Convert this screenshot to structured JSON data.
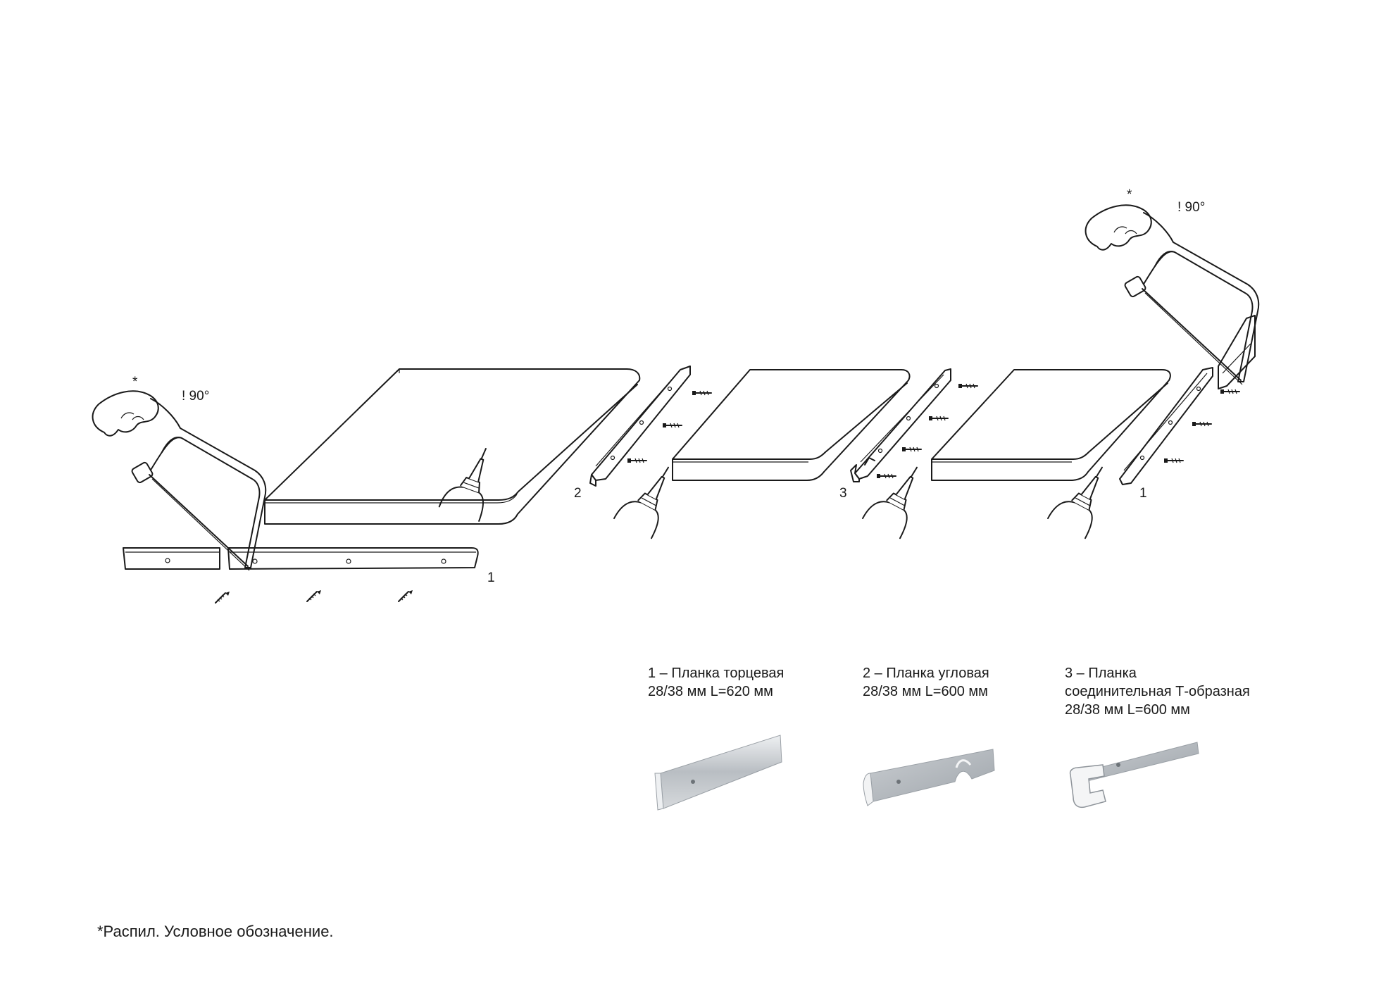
{
  "callouts": {
    "saw_star": "*",
    "saw_angle": "! 90°",
    "strip_end": "1",
    "strip_corner": "2",
    "strip_t": "3"
  },
  "captions": [
    {
      "lines": [
        "1 – Планка торцевая",
        "28/38 мм L=620 мм"
      ]
    },
    {
      "lines": [
        "2 – Планка угловая",
        "28/38 мм L=600 мм"
      ]
    },
    {
      "lines": [
        "3 – Планка",
        "соединительная Т-образная",
        "28/38 мм L=600 мм"
      ]
    }
  ],
  "footnote": "*Распил. Условное обозначение.",
  "colors": {
    "line": "#1a1a1a",
    "metal_light": "#d9dcdf",
    "metal_dark": "#a8adb2"
  }
}
